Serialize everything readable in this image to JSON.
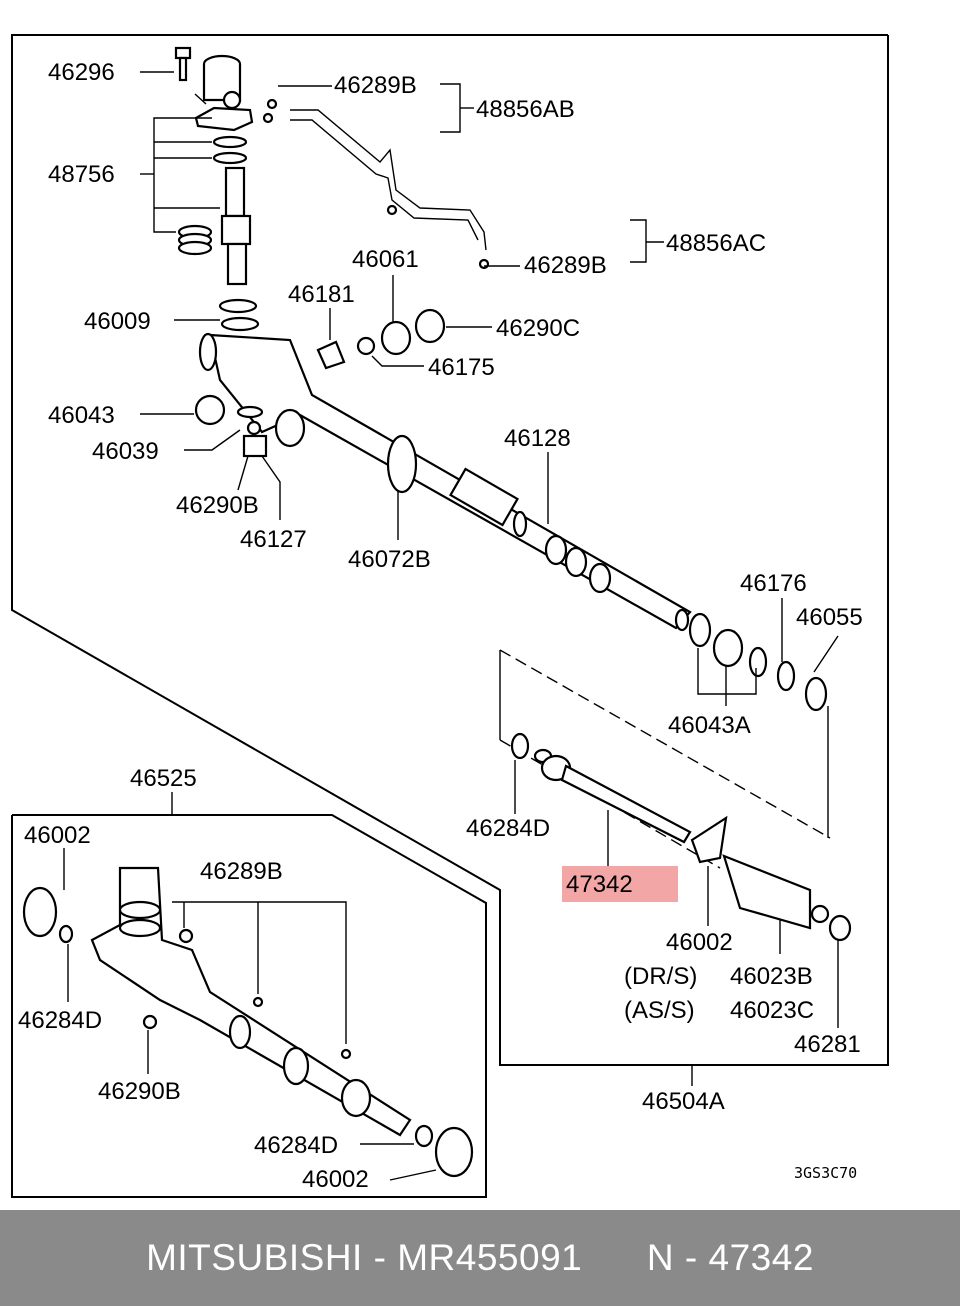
{
  "diagram": {
    "labels": {
      "p46296": "46296",
      "p46289B_top": "46289B",
      "p48856AB": "48856AB",
      "p48756": "48756",
      "p48856AC": "48856AC",
      "p46289B_mid": "46289B",
      "p46061": "46061",
      "p46181": "46181",
      "p46009": "46009",
      "p46290C": "46290C",
      "p46175": "46175",
      "p46043": "46043",
      "p46039": "46039",
      "p46128": "46128",
      "p46290B_a": "46290B",
      "p46127": "46127",
      "p46072B": "46072B",
      "p46176": "46176",
      "p46055": "46055",
      "p46043A": "46043A",
      "p46525": "46525",
      "p46002_l1": "46002",
      "p46289B_l": "46289B",
      "p46284D_l1": "46284D",
      "p46290B_l": "46290B",
      "p46284D_l2": "46284D",
      "p46002_l2": "46002",
      "p46284D_r": "46284D",
      "p47342": "47342",
      "p46002_r": "46002",
      "drs": "(DR/S)",
      "p46023B": "46023B",
      "ass": "(AS/S)",
      "p46023C": "46023C",
      "p46281": "46281",
      "p46504A": "46504A"
    },
    "diagram_code": "3GS3C70",
    "highlight_color": "#f3a6a6"
  },
  "footer": {
    "brand": "MITSUBISHI",
    "part_number": "MR455091",
    "ref": "N - 47342",
    "background": "#8a8a8a"
  }
}
